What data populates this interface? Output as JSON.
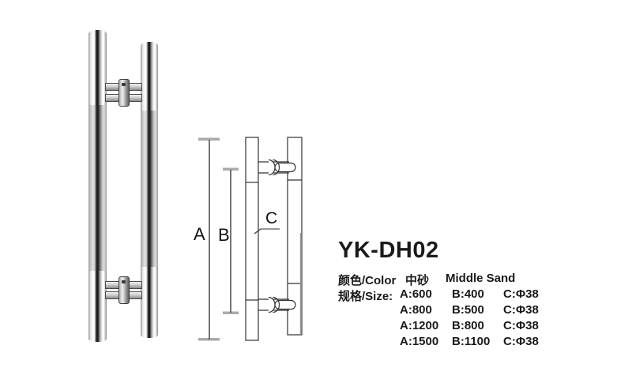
{
  "product": {
    "model": "YK-DH02",
    "color_row": {
      "label": "颜色/Color",
      "value_cn": "中砂",
      "value_en": "Middle Sand"
    },
    "size_label": "规格/Size:",
    "sizes": [
      {
        "a": "A:600",
        "b": "B:400",
        "c": "C:Φ38"
      },
      {
        "a": "A:800",
        "b": "B:500",
        "c": "C:Φ38"
      },
      {
        "a": "A:1200",
        "b": "B:800",
        "c": "C:Φ38"
      },
      {
        "a": "A:1500",
        "b": "B:1100",
        "c": "C:Φ38"
      }
    ]
  },
  "diagram": {
    "label_a": "A",
    "label_b": "B",
    "label_c": "C"
  },
  "colors": {
    "background": "#ffffff",
    "text": "#1a1a1a",
    "diagram_line": "#333333",
    "dimension_tick": "#aaaaaa",
    "chrome_highlight": "#ffffff",
    "chrome_stripe": "#111111",
    "sand_gray": "#9e9e9e"
  }
}
